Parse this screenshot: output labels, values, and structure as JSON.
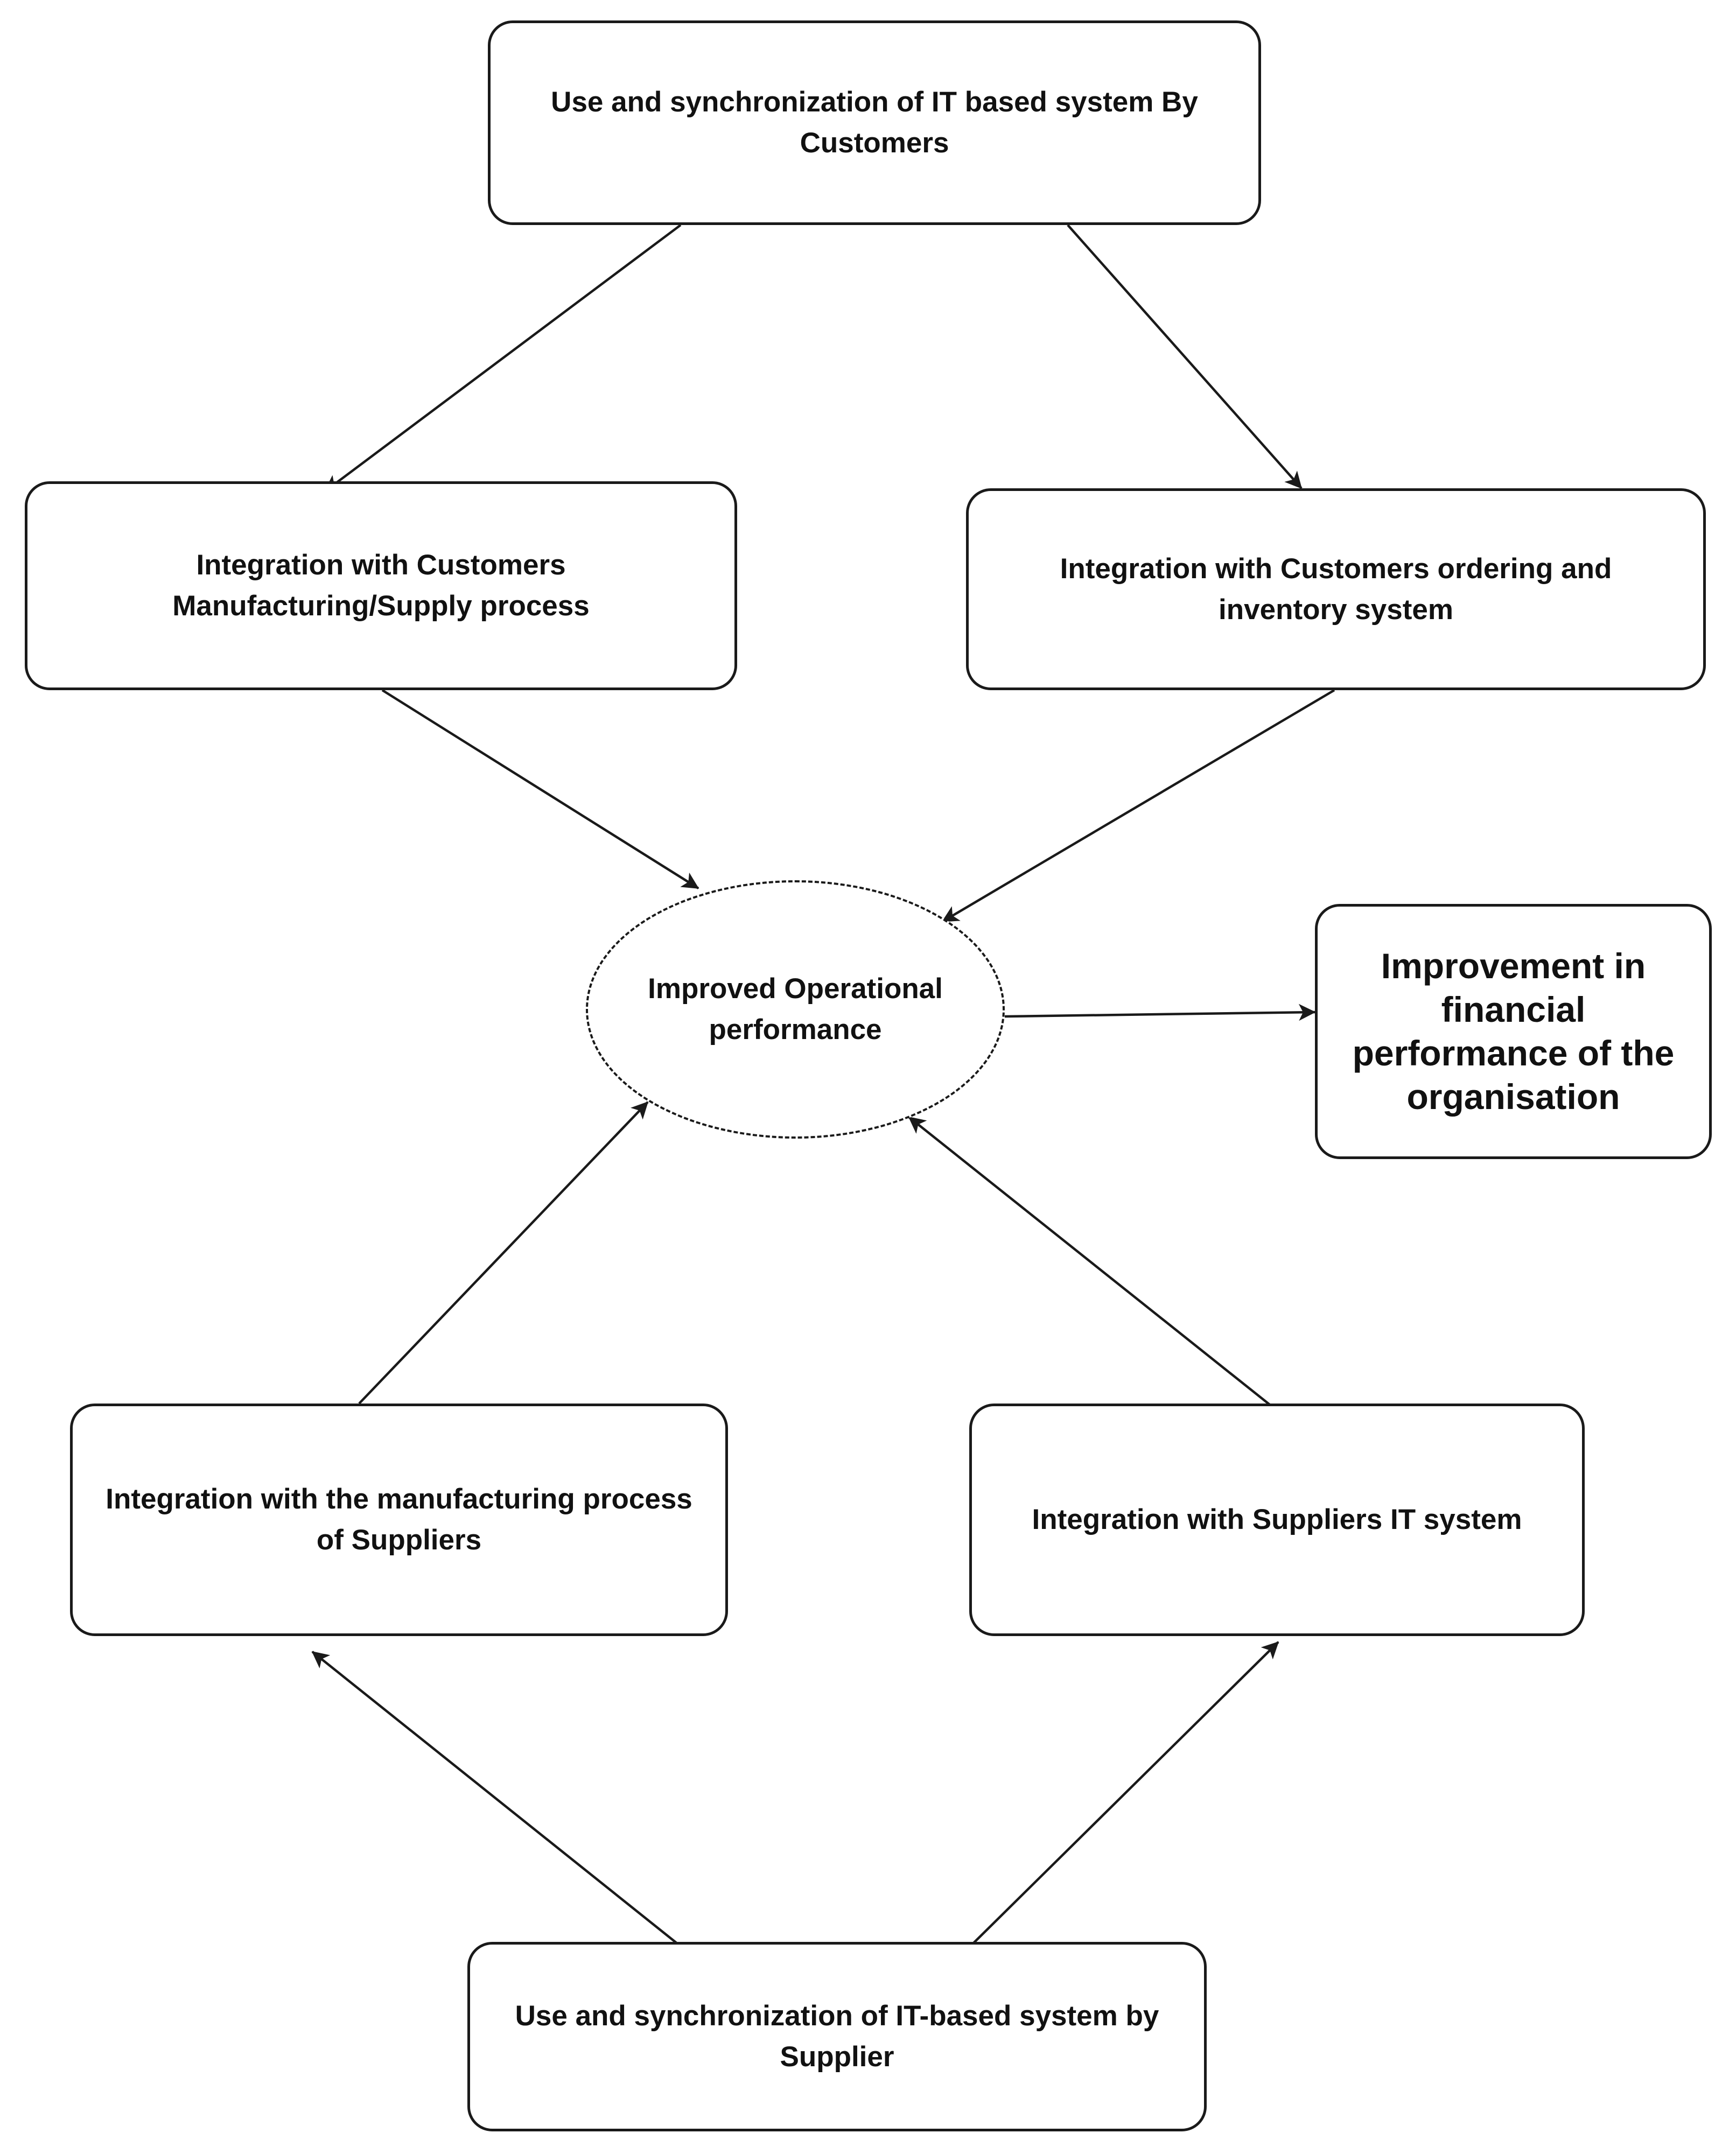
{
  "nodes": {
    "customers_system": {
      "text": "Use and synchronization of IT based system By Customers"
    },
    "customers_manufacturing": {
      "text": "Integration with Customers Manufacturing/Supply process"
    },
    "customers_ordering": {
      "text": "Integration with Customers ordering and inventory system"
    },
    "operational_performance": {
      "text": "Improved Operational performance"
    },
    "financial_performance": {
      "text": "Improvement in financial performance of the organisation"
    },
    "suppliers_manufacturing": {
      "text": "Integration with the manufacturing process of Suppliers"
    },
    "suppliers_it": {
      "text": "Integration with Suppliers IT system"
    },
    "supplier_system": {
      "text": "Use and synchronization of IT-based system by Supplier"
    }
  },
  "edges": [
    {
      "from": "customers_system",
      "to": "customers_manufacturing"
    },
    {
      "from": "customers_system",
      "to": "customers_ordering"
    },
    {
      "from": "customers_manufacturing",
      "to": "operational_performance"
    },
    {
      "from": "customers_ordering",
      "to": "operational_performance"
    },
    {
      "from": "operational_performance",
      "to": "financial_performance"
    },
    {
      "from": "suppliers_manufacturing",
      "to": "operational_performance"
    },
    {
      "from": "suppliers_it",
      "to": "operational_performance"
    },
    {
      "from": "supplier_system",
      "to": "suppliers_manufacturing"
    },
    {
      "from": "supplier_system",
      "to": "suppliers_it"
    }
  ]
}
